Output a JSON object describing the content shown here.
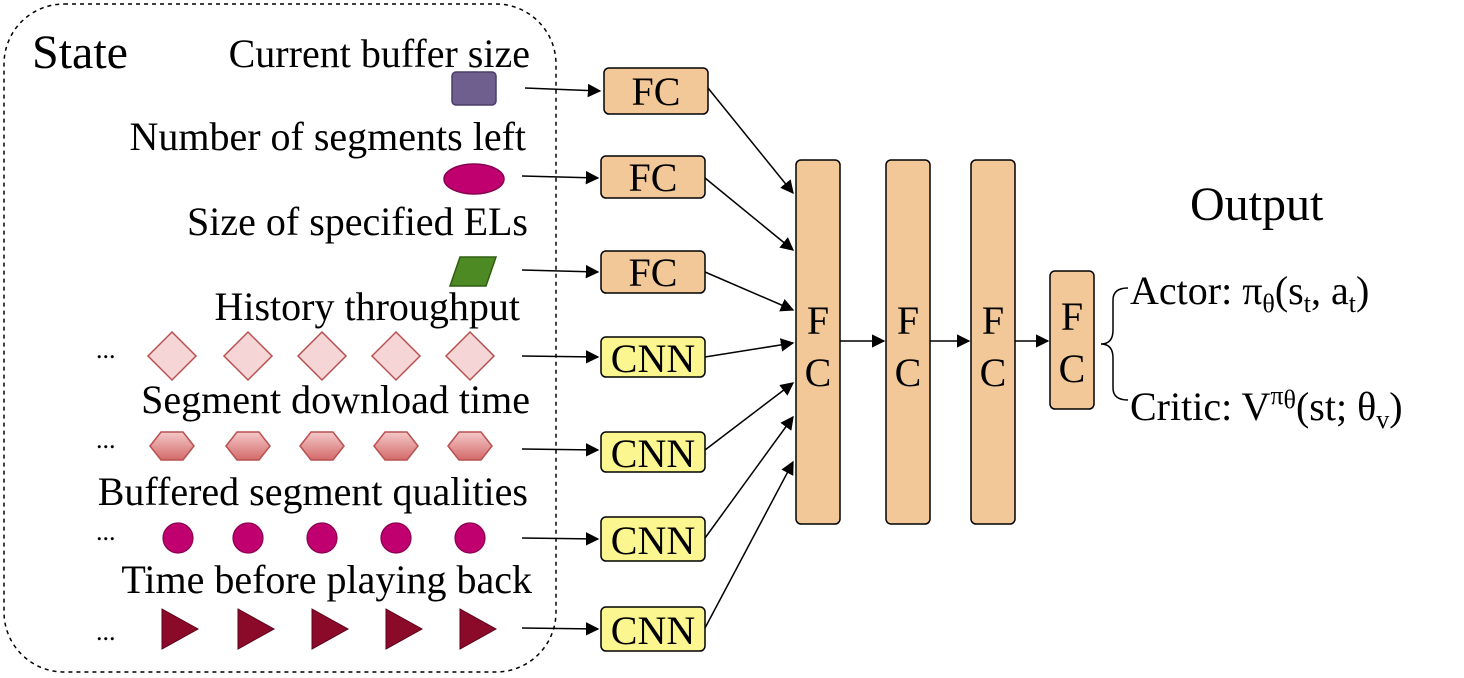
{
  "state": {
    "title": "State",
    "inputs": [
      {
        "label": "Current buffer size",
        "shape": "rounded-rectangle",
        "color": "#6f5f8f",
        "count": 1,
        "layer": "FC"
      },
      {
        "label": "Number of segments left",
        "shape": "ellipse",
        "color": "#c0006e",
        "count": 1,
        "layer": "FC"
      },
      {
        "label": "Size of specified ELs",
        "shape": "parallelogram",
        "color": "#4e8a24",
        "count": 1,
        "layer": "FC"
      },
      {
        "label": "History throughput",
        "shape": "diamond",
        "color": "#f5d5d5",
        "count": 5,
        "prefix": "...",
        "layer": "CNN"
      },
      {
        "label": "Segment download time",
        "shape": "hexagon",
        "color": "#e08a8a",
        "count": 5,
        "prefix": "...",
        "layer": "CNN"
      },
      {
        "label": "Buffered segment qualities",
        "shape": "circle",
        "color": "#c0006e",
        "count": 5,
        "prefix": "...",
        "layer": "CNN"
      },
      {
        "label": "Time before playing back",
        "shape": "triangle",
        "color": "#8b0a2a",
        "count": 5,
        "prefix": "...",
        "layer": "CNN"
      }
    ]
  },
  "layers": {
    "fc_label": "FC",
    "cnn_label": "CNN",
    "hidden": [
      "F",
      "C"
    ]
  },
  "output": {
    "title": "Output",
    "actor": {
      "label": "Actor: ",
      "pi": "π",
      "theta": "θ",
      "args_open": "(s",
      "t": "t",
      "comma": ", a",
      "t2": "t",
      "close": ")"
    },
    "critic": {
      "label": "Critic: V",
      "sup_pi": "π",
      "sup_theta": "θ",
      "args": "(st; θ",
      "v": "v",
      "close": ")"
    }
  },
  "colors": {
    "fc_fill": "#f3c899",
    "cnn_fill": "#fbf68f",
    "line": "#000000"
  }
}
